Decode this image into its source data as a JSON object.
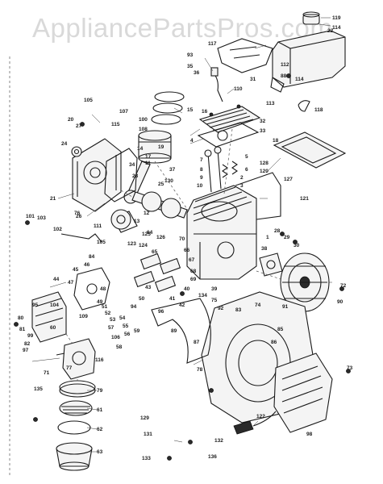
{
  "watermark": "AppliancePartsPros.com",
  "part_labels": [
    {
      "id": "l-119",
      "text": "119"
    },
    {
      "id": "l-114",
      "text": "114"
    },
    {
      "id": "l-117",
      "text": "117"
    },
    {
      "id": "l-93",
      "text": "93"
    },
    {
      "id": "l-36",
      "text": "36"
    },
    {
      "id": "l-112",
      "text": "112"
    },
    {
      "id": "l-88",
      "text": "88"
    },
    {
      "id": "l-114b",
      "text": "114"
    },
    {
      "id": "l-113",
      "text": "113"
    },
    {
      "id": "l-118",
      "text": "118"
    },
    {
      "id": "l-110",
      "text": "110"
    },
    {
      "id": "l-15",
      "text": "15"
    },
    {
      "id": "l-105",
      "text": "105"
    },
    {
      "id": "l-107",
      "text": "107"
    },
    {
      "id": "l-32",
      "text": "32"
    },
    {
      "id": "l-33",
      "text": "33"
    },
    {
      "id": "l-20",
      "text": "20"
    },
    {
      "id": "l-27",
      "text": "27"
    },
    {
      "id": "l-24",
      "text": "24"
    },
    {
      "id": "l-100",
      "text": "100"
    },
    {
      "id": "l-108",
      "text": "108"
    },
    {
      "id": "l-14",
      "text": "14"
    },
    {
      "id": "l-127",
      "text": "127"
    },
    {
      "id": "l-128",
      "text": "128"
    },
    {
      "id": "l-21",
      "text": "21"
    },
    {
      "id": "l-26",
      "text": "26"
    },
    {
      "id": "l-121",
      "text": "121"
    },
    {
      "id": "l-120",
      "text": "120"
    },
    {
      "id": "l-101",
      "text": "101"
    },
    {
      "id": "l-102",
      "text": "102"
    },
    {
      "id": "l-103",
      "text": "103"
    },
    {
      "id": "l-105b",
      "text": "105"
    },
    {
      "id": "l-111",
      "text": "111"
    },
    {
      "id": "l-13",
      "text": "13"
    },
    {
      "id": "l-12",
      "text": "12"
    },
    {
      "id": "l-125",
      "text": "125"
    },
    {
      "id": "l-126",
      "text": "126"
    },
    {
      "id": "l-124",
      "text": "124"
    },
    {
      "id": "l-46",
      "text": "46"
    },
    {
      "id": "l-47",
      "text": "47"
    },
    {
      "id": "l-48",
      "text": "48"
    },
    {
      "id": "l-49",
      "text": "49"
    },
    {
      "id": "l-50",
      "text": "50"
    },
    {
      "id": "l-51",
      "text": "51"
    },
    {
      "id": "l-52",
      "text": "52"
    },
    {
      "id": "l-53",
      "text": "53"
    },
    {
      "id": "l-54",
      "text": "54"
    },
    {
      "id": "l-55",
      "text": "55"
    },
    {
      "id": "l-56",
      "text": "56"
    },
    {
      "id": "l-57",
      "text": "57"
    },
    {
      "id": "l-60",
      "text": "60"
    },
    {
      "id": "l-61",
      "text": "61"
    },
    {
      "id": "l-62",
      "text": "62"
    },
    {
      "id": "l-63",
      "text": "63"
    },
    {
      "id": "l-71",
      "text": "71"
    },
    {
      "id": "l-72",
      "text": "72"
    },
    {
      "id": "l-73",
      "text": "73"
    },
    {
      "id": "l-75",
      "text": "75"
    },
    {
      "id": "l-76",
      "text": "76"
    },
    {
      "id": "l-77",
      "text": "77"
    },
    {
      "id": "l-78",
      "text": "78"
    },
    {
      "id": "l-79",
      "text": "79"
    },
    {
      "id": "l-80",
      "text": "80"
    },
    {
      "id": "l-81",
      "text": "81"
    },
    {
      "id": "l-82",
      "text": "82"
    },
    {
      "id": "l-84",
      "text": "84"
    },
    {
      "id": "l-86",
      "text": "86"
    },
    {
      "id": "l-87",
      "text": "87"
    },
    {
      "id": "l-89",
      "text": "89"
    },
    {
      "id": "l-94",
      "text": "94"
    },
    {
      "id": "l-96",
      "text": "96"
    },
    {
      "id": "l-97",
      "text": "97"
    },
    {
      "id": "l-98",
      "text": "98"
    },
    {
      "id": "l-122",
      "text": "122"
    },
    {
      "id": "l-123",
      "text": "123"
    },
    {
      "id": "l-129",
      "text": "129"
    },
    {
      "id": "l-130",
      "text": "130"
    },
    {
      "id": "l-131",
      "text": "131"
    },
    {
      "id": "l-132",
      "text": "132"
    },
    {
      "id": "l-133",
      "text": "133"
    },
    {
      "id": "l-134",
      "text": "134"
    },
    {
      "id": "l-135",
      "text": "135"
    },
    {
      "id": "l-136",
      "text": "136"
    },
    {
      "id": "l-116",
      "text": "116"
    },
    {
      "id": "l-58",
      "text": "58"
    },
    {
      "id": "l-59",
      "text": "59"
    },
    {
      "id": "l-44",
      "text": "44"
    },
    {
      "id": "l-45",
      "text": "45"
    },
    {
      "id": "l-17",
      "text": "17"
    },
    {
      "id": "l-19",
      "text": "19"
    },
    {
      "id": "l-25",
      "text": "25"
    },
    {
      "id": "l-31",
      "text": "31"
    },
    {
      "id": "l-35",
      "text": "35"
    },
    {
      "id": "l-23",
      "text": "23"
    },
    {
      "id": "l-7",
      "text": "7"
    },
    {
      "id": "l-8",
      "text": "8"
    },
    {
      "id": "l-9",
      "text": "9"
    },
    {
      "id": "l-10",
      "text": "10"
    },
    {
      "id": "l-5",
      "text": "5"
    },
    {
      "id": "l-6",
      "text": "6"
    },
    {
      "id": "l-2",
      "text": "2"
    },
    {
      "id": "l-3",
      "text": "3"
    },
    {
      "id": "l-4",
      "text": "4"
    },
    {
      "id": "l-1",
      "text": "1"
    },
    {
      "id": "l-28",
      "text": "28"
    },
    {
      "id": "l-29",
      "text": "29"
    },
    {
      "id": "l-30",
      "text": "30"
    },
    {
      "id": "l-38",
      "text": "38"
    },
    {
      "id": "l-39",
      "text": "39"
    },
    {
      "id": "l-40",
      "text": "40"
    },
    {
      "id": "l-41",
      "text": "41"
    },
    {
      "id": "l-42",
      "text": "42"
    },
    {
      "id": "l-43",
      "text": "43"
    },
    {
      "id": "l-64",
      "text": "64"
    },
    {
      "id": "l-65",
      "text": "65"
    },
    {
      "id": "l-66",
      "text": "66"
    },
    {
      "id": "l-67",
      "text": "67"
    },
    {
      "id": "l-68",
      "text": "68"
    },
    {
      "id": "l-69",
      "text": "69"
    },
    {
      "id": "l-70",
      "text": "70"
    },
    {
      "id": "l-74",
      "text": "74"
    },
    {
      "id": "l-83",
      "text": "83"
    },
    {
      "id": "l-85",
      "text": "85"
    },
    {
      "id": "l-90",
      "text": "90"
    },
    {
      "id": "l-91",
      "text": "91"
    },
    {
      "id": "l-92",
      "text": "92"
    },
    {
      "id": "l-95",
      "text": "95"
    },
    {
      "id": "l-99",
      "text": "99"
    },
    {
      "id": "l-104",
      "text": "104"
    },
    {
      "id": "l-106",
      "text": "106"
    },
    {
      "id": "l-109",
      "text": "109"
    },
    {
      "id": "l-115",
      "text": "115"
    },
    {
      "id": "l-18",
      "text": "18"
    },
    {
      "id": "l-16",
      "text": "16"
    },
    {
      "id": "l-22",
      "text": "22"
    },
    {
      "id": "l-11",
      "text": "11"
    },
    {
      "id": "l-34",
      "text": "34"
    },
    {
      "id": "l-37",
      "text": "37"
    }
  ]
}
